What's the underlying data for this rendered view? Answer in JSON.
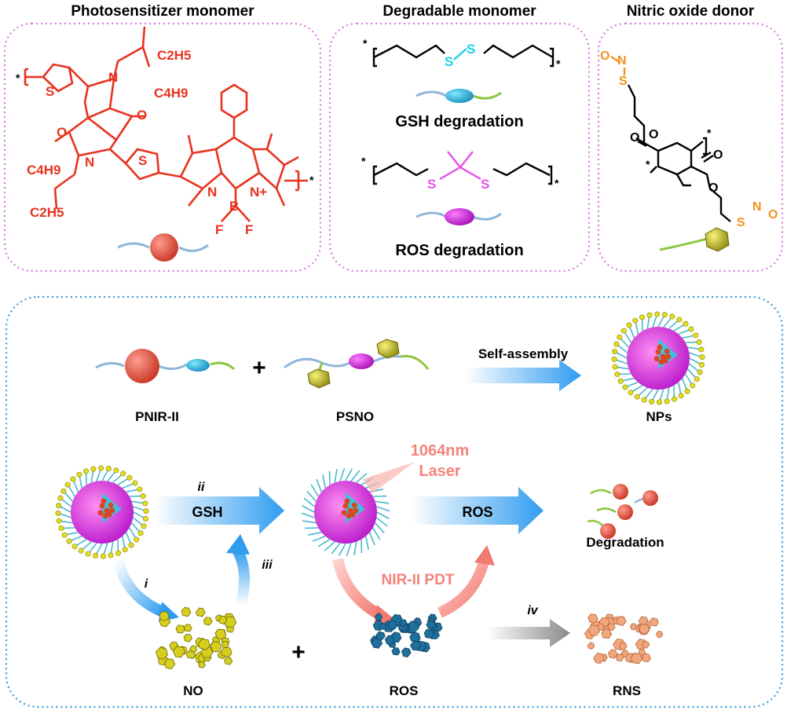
{
  "top_panels": {
    "photosensitizer": {
      "heading": "Photosensitizer monomer",
      "atoms": {
        "S1": "S",
        "S2": "S",
        "N1": "N",
        "N2": "N",
        "O1": "O",
        "O2": "O",
        "C2H5_top": "C2H5",
        "C4H9_top": "C4H9",
        "C4H9_bot": "C4H9",
        "C2H5_bot": "C2H5",
        "N3": "N",
        "N4": "N+",
        "B": "B",
        "F1": "F",
        "F2": "F",
        "star_left": "*",
        "star_right": "*"
      }
    },
    "degradable": {
      "heading": "Degradable monomer",
      "gsh_label": "GSH degradation",
      "ros_label": "ROS degradation",
      "atoms": {
        "S_a": "S",
        "S_b": "S",
        "S_c": "S",
        "S_d": "S",
        "star": "*"
      }
    },
    "no_donor": {
      "heading": "Nitric oxide donor",
      "atoms": {
        "O_top": "O",
        "N_top": "N",
        "S_top": "S",
        "O_e1": "O",
        "O_e2": "O",
        "O_e3": "O",
        "O_e4": "O",
        "S_bot": "S",
        "N_bot": "N",
        "O_bot": "O",
        "star": "*"
      }
    }
  },
  "process": {
    "pnir_label": "PNIR-II",
    "plus_top": "+",
    "psno_label": "PSNO",
    "self_assembly": "Self-assembly",
    "nps_label": "NPs",
    "laser_label_1": "1064nm",
    "laser_label_2": "Laser",
    "step_ii": "ii",
    "gsh": "GSH",
    "ros_arrow": "ROS",
    "degradation": "Degradation",
    "step_i": "i",
    "step_iii": "iii",
    "nir_pdt": "NIR-II PDT",
    "step_iv": "iv",
    "no_label": "NO",
    "plus_bottom": "+",
    "ros_label": "ROS",
    "rns_label": "RNS"
  },
  "colors": {
    "panel_border": "#d87be0",
    "process_border": "#3a9ad9",
    "photosensitizer": "#e8321e",
    "disulfide": "#1ad3e8",
    "thioketal": "#e64fe6",
    "nitroso": "#f0931c",
    "arrow_blue": "#3fa3ea",
    "arrow_pink": "#f08a80",
    "laser_text": "#f4847a"
  }
}
